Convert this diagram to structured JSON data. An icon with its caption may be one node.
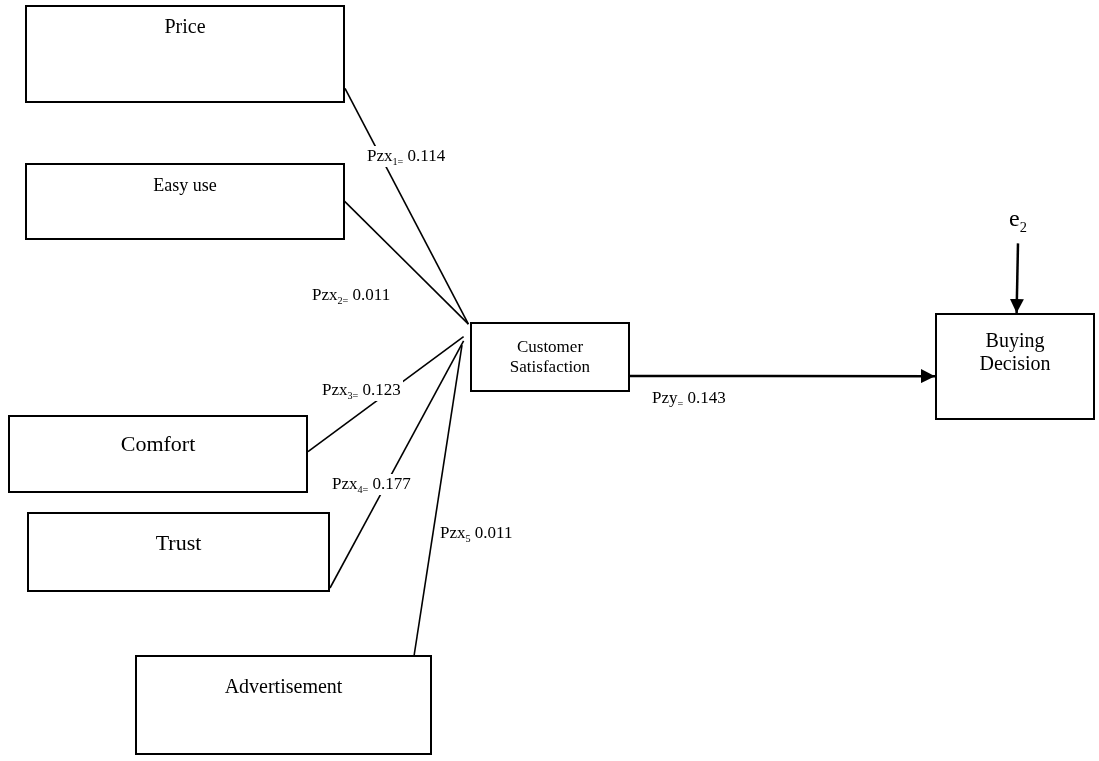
{
  "diagram": {
    "nodes": [
      {
        "text": [
          "Price"
        ]
      },
      {
        "text": [
          "Easy use"
        ]
      },
      {
        "text": [
          "Comfort"
        ]
      },
      {
        "text": [
          "Trust"
        ]
      },
      {
        "text": [
          "Advertisement"
        ]
      },
      {
        "text": [
          "Customer Satisfaction"
        ]
      },
      {
        "text": [
          "Buying Decision"
        ]
      },
      {
        "text": [
          "e$_{2}$"
        ]
      }
    ],
    "edges": [
      {
        "from": 0,
        "to": 5,
        "arrow": "none",
        "label": "Pzx$_{1=}$ 0.114"
      },
      {
        "from": 1,
        "to": 5,
        "arrow": "none",
        "label": "Pzx$_{2=}$ 0.011"
      },
      {
        "from": 2,
        "to": 5,
        "arrow": "none",
        "label": "Pzx$_{3=}$ 0.123"
      },
      {
        "from": 3,
        "to": 5,
        "arrow": "none",
        "label": "Pzx$_{4=}$ 0.177"
      },
      {
        "from": 4,
        "to": 5,
        "arrow": "none",
        "label": "Pzx$_{5}$ 0.011"
      },
      {
        "from": 5,
        "to": 6,
        "arrow": "to",
        "label": "Pzy$_{=}$ 0.143"
      },
      {
        "from": 7,
        "to": 6,
        "arrow": "to"
      }
    ]
  }
}
